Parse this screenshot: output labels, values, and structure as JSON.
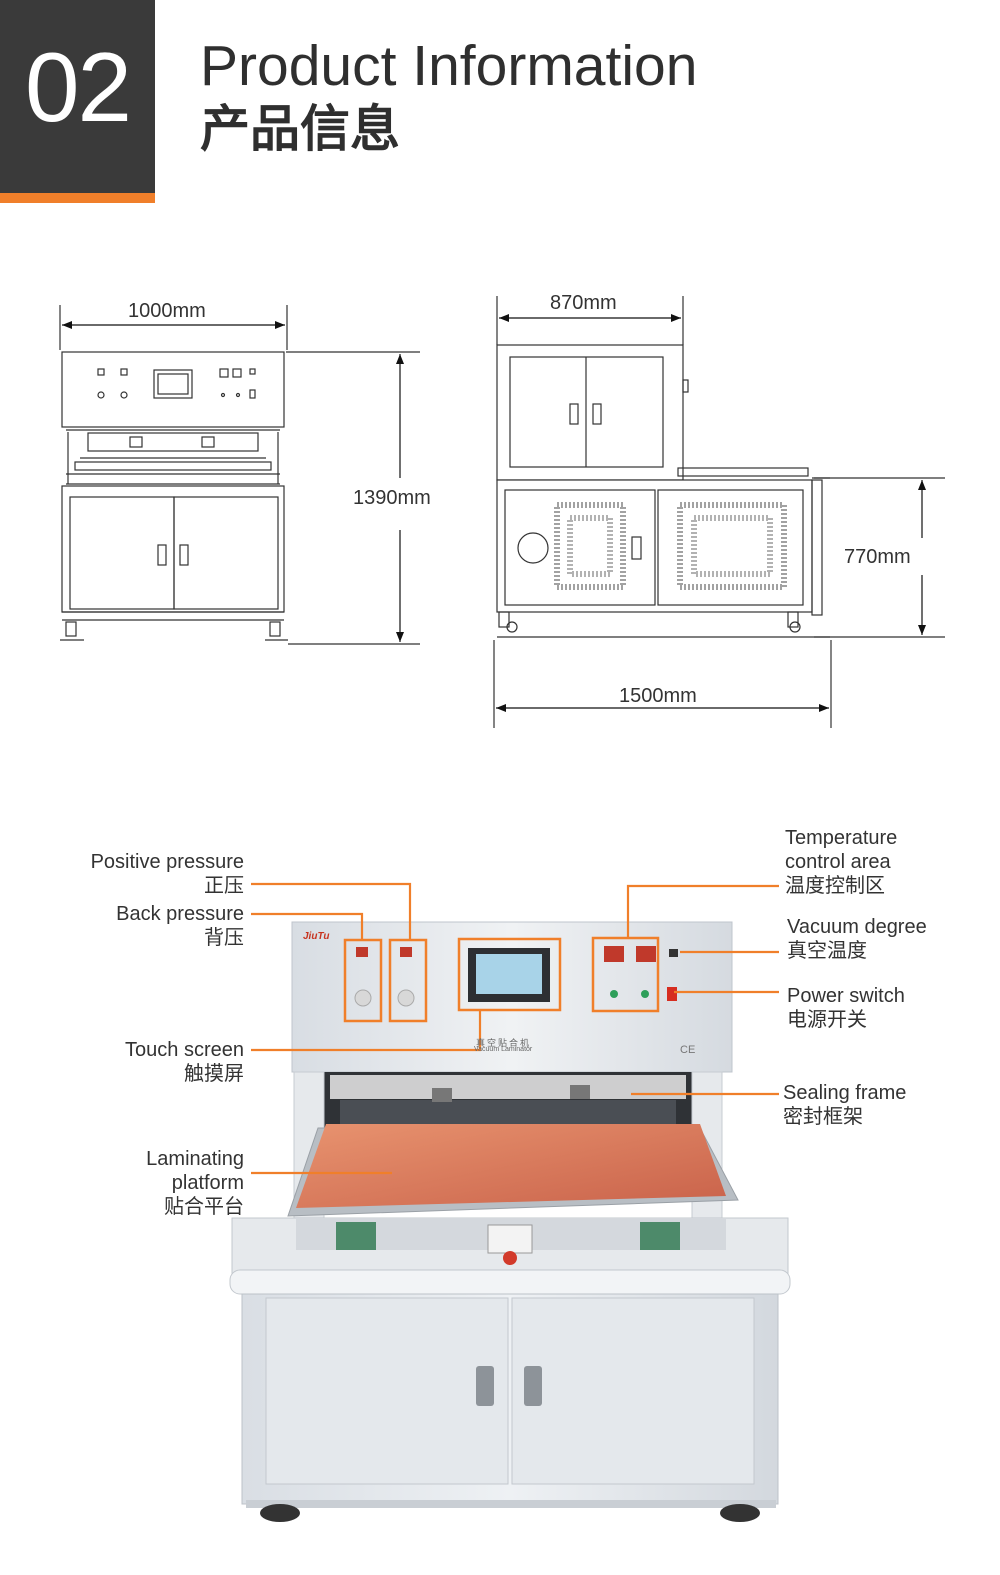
{
  "header": {
    "number": "02",
    "title_en": "Product Information",
    "title_cn": "产品信息"
  },
  "dimensions": {
    "front_width": "1000mm",
    "height": "1390mm",
    "side_depth": "870mm",
    "table_height": "770mm",
    "side_width": "1500mm"
  },
  "callouts": {
    "positive_pressure": {
      "en": "Positive pressure",
      "cn": "正压"
    },
    "back_pressure": {
      "en": "Back pressure",
      "cn": "背压"
    },
    "touch_screen": {
      "en": "Touch screen",
      "cn": "触摸屏"
    },
    "laminating_platform": {
      "en1": "Laminating",
      "en2": "platform",
      "cn": "贴合平台"
    },
    "temperature_control": {
      "en1": "Temperature",
      "en2": "control area",
      "cn": "温度控制区"
    },
    "vacuum_degree": {
      "en": "Vacuum degree",
      "cn": "真空温度"
    },
    "power_switch": {
      "en": "Power switch",
      "cn": "电源开关"
    },
    "sealing_frame": {
      "en": "Sealing frame",
      "cn": "密封框架"
    }
  },
  "machine": {
    "brand": "JiuTu",
    "panel_cn": "真空贴合机",
    "panel_en": "Vacuum Laminator",
    "ce_mark": "CE"
  },
  "colors": {
    "accent": "#f07f2a",
    "dark": "#3a3a3a"
  }
}
